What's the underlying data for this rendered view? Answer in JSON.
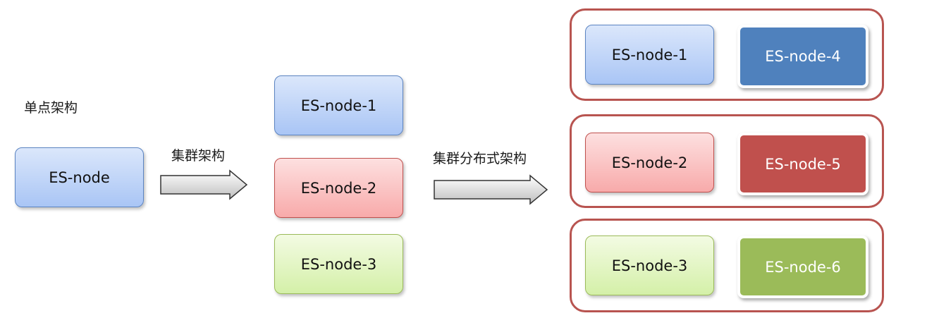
{
  "labels": {
    "single": "单点架构",
    "cluster": "集群架构",
    "distributed": "集群分布式架构"
  },
  "single_node": "ES-node",
  "cluster_nodes": [
    "ES-node-1",
    "ES-node-2",
    "ES-node-3"
  ],
  "distributed_groups": [
    {
      "primary": "ES-node-1",
      "replica": "ES-node-4"
    },
    {
      "primary": "ES-node-2",
      "replica": "ES-node-5"
    },
    {
      "primary": "ES-node-3",
      "replica": "ES-node-6"
    }
  ],
  "colors": {
    "blue": "#4f81bd",
    "red": "#c0504d",
    "green": "#9bbb59",
    "group_border": "#b85450"
  }
}
